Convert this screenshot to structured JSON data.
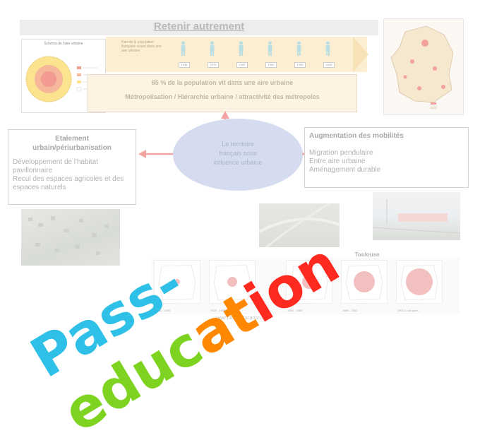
{
  "title": "Retenir autrement",
  "schema": {
    "title": "Schéma de l'aire urbaine",
    "legend": [
      "",
      "",
      "",
      ""
    ]
  },
  "band": {
    "text": "Part de la population française vivant dans une aire urbaine",
    "years": [
      "1954",
      "1975",
      "1982",
      "1990",
      "1999",
      "2006"
    ]
  },
  "top_box": {
    "line1": "85 % de la population vit dans une aire urbaine",
    "line2": "Métropolisation / Hiérarchie urbaine / attractivité des métropoles"
  },
  "center": {
    "line1": "Le territoire",
    "line2": "français sous",
    "line3": "influence urbaine"
  },
  "left_box": {
    "title_line1": "Etalement",
    "title_line2": "urbain/périurbanisation",
    "items": [
      "Développement de l'habitat pavillonnaire",
      "Recul des espaces agricoles et des espaces naturels"
    ]
  },
  "right_box": {
    "title": "Augmentation des mobilités",
    "items": [
      "Migration pendulaire",
      "Entre aire urbaine",
      "Aménagement durable"
    ]
  },
  "toulouse": {
    "label": "Toulouse",
    "periods": [
      "1850 - 1920",
      "1920 - 1939",
      "1950 - 1960",
      "1980 - 2003",
      "2003 à nos jours"
    ]
  },
  "website": "www.pass-education.fr",
  "watermark": {
    "text_blue": "Pass-",
    "text_green": "educ",
    "text_orange": "at",
    "text_red": "ion"
  },
  "colors": {
    "blue": "#2fc0e8",
    "green": "#7ed321",
    "orange": "#ff8800",
    "red": "#ff2a1f",
    "arrow": "#f4a3a3"
  }
}
